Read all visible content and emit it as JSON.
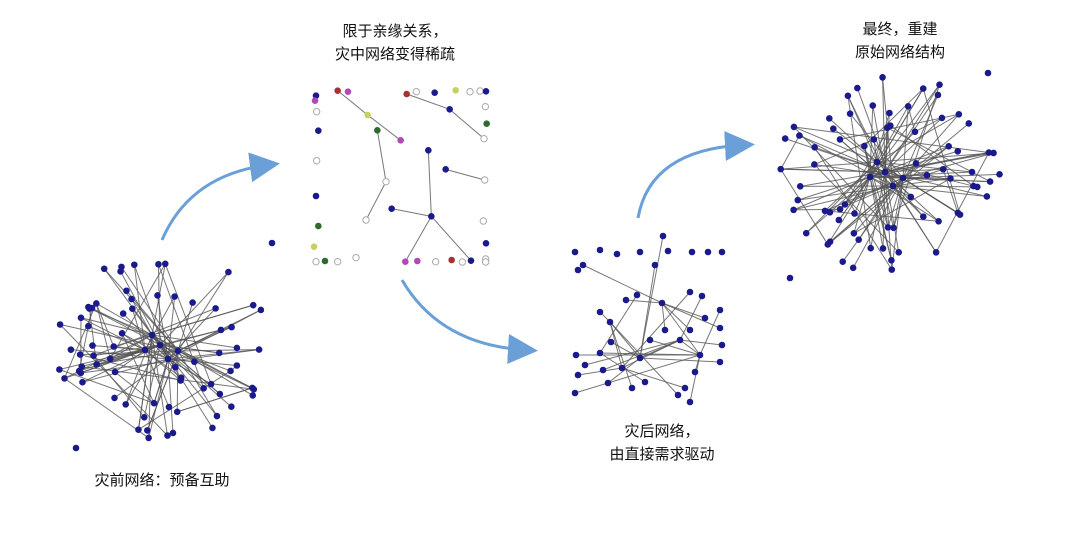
{
  "labels": {
    "during": [
      "限于亲缘关系，",
      "灾中网络变得稀疏"
    ],
    "final": [
      "最终，重建",
      "原始网络结构"
    ],
    "after": [
      "灾后网络，",
      "由直接需求驱动"
    ],
    "before": "灾前网络：预备互助"
  },
  "colors": {
    "node": "#1a1a8c",
    "edge": "#555555",
    "arrow": "#6a9fd8",
    "red": "#a83232",
    "magenta": "#b048b8",
    "green": "#2e6b2e",
    "yellow": "#c8d060",
    "empty": "#cccccc"
  }
}
